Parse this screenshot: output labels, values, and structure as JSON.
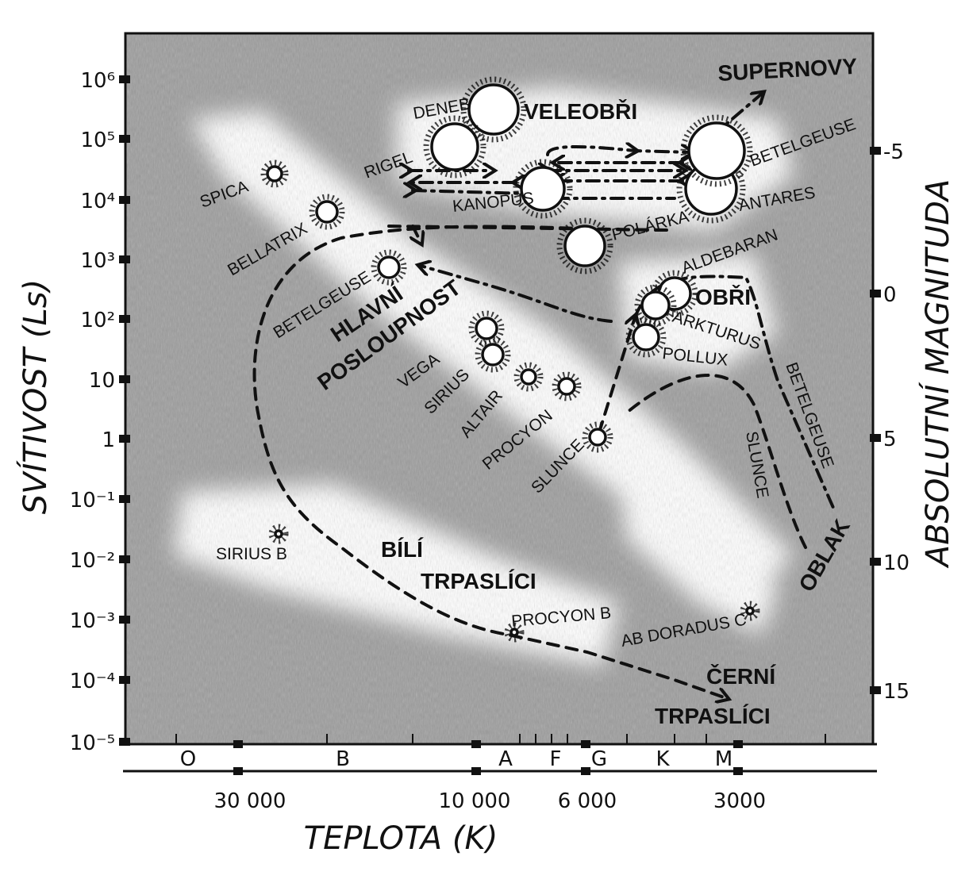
{
  "y_axis": {
    "label": "SVÍTIVOST (Ls)",
    "ticks": [
      "10⁶",
      "10⁵",
      "10⁴",
      "10³",
      "10²",
      "10",
      "1",
      "10⁻¹",
      "10⁻²",
      "10⁻³",
      "10⁻⁴",
      "10⁻⁵"
    ]
  },
  "y2_axis": {
    "label": "ABSOLUTNÍ MAGNITUDA",
    "ticks": [
      "-5",
      "0",
      "5",
      "10",
      "15"
    ]
  },
  "x_axis": {
    "label": "TEPLOTA (K)",
    "ticks": [
      "30 000",
      "10 000",
      "6 000",
      "3000"
    ],
    "spectral_classes": [
      "O",
      "B",
      "A",
      "F",
      "G",
      "K",
      "M"
    ]
  },
  "regions": {
    "supergiants": "VELEOBŘI",
    "supernovae": "SUPERNOVY",
    "main_sequence_1": "HLAVNÍ",
    "main_sequence_2": "POSLOUPNOST",
    "giants": "OBŘI",
    "white_dwarfs_1": "BÍLÍ",
    "white_dwarfs_2": "TRPASLÍCI",
    "black_dwarfs_1": "ČERNÍ",
    "black_dwarfs_2": "TRPASLÍCI",
    "cloud": "OBLAK",
    "sun_track": "SLUNCE",
    "betelgeuse_track": "BETELGEUSE"
  },
  "stars": {
    "deneb": "DENEB",
    "rigel": "RIGEL",
    "spica": "SPICA",
    "bellatrix": "BELLATRIX",
    "kanopus": "KANOPUS",
    "betelgeuse_sg": "BETELGEUSE",
    "antares": "ANTARES",
    "polarka": "POLÁRKA",
    "betelgeuse_ms": "BETELGEUSE",
    "aldebaran": "ALDEBARAN",
    "arkturus": "ARKTURUS",
    "pollux": "POLLUX",
    "vega": "VEGA",
    "sirius": "SIRIUS",
    "altair": "ALTAIR",
    "procyon": "PROCYON",
    "slunce": "SLUNCE",
    "sirius_b": "SIRIUS B",
    "procyon_b": "PROCYON B",
    "ab_doradus_c": "AB DORADUS C"
  },
  "colors": {
    "shading": "#9c9c9c",
    "ink": "#111111",
    "highlight": "#ffffff"
  }
}
